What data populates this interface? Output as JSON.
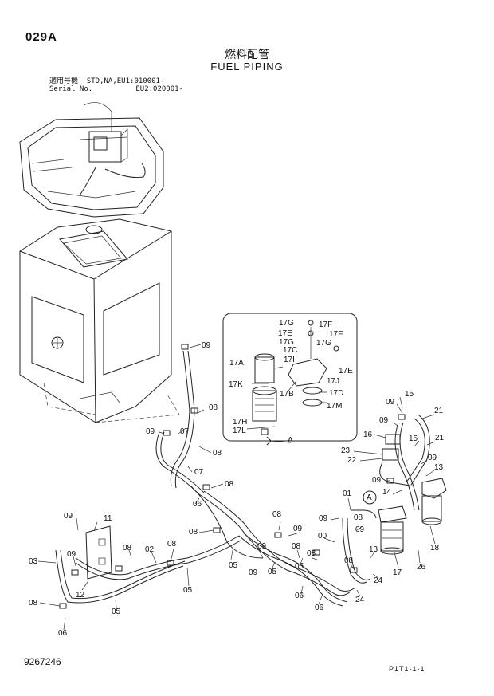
{
  "header": {
    "page_code": "029A",
    "title_jp": "燃料配管",
    "title_en": "FUEL PIPING",
    "serial_line1": "適用号機  STD,NA,EU1:010001-",
    "serial_line2": "Serial No.          EU2:020001-"
  },
  "footer": {
    "doc_number": "9267246",
    "page_ref": "P1T1-1-1"
  },
  "inset": {
    "view_label": "A",
    "callouts": {
      "c17G_a": "17G",
      "c17F_a": "17F",
      "c17E_a": "17E",
      "c17F_b": "17F",
      "c17G_b": "17G",
      "c17G_c": "17G",
      "c17C": "17C",
      "c17A": "17A",
      "c17I": "17I",
      "c17E_b": "17E",
      "c17K": "17K",
      "c17J": "17J",
      "c17B": "17B",
      "c17D": "17D",
      "c17M": "17M",
      "c17H": "17H",
      "c17L": "17L"
    }
  },
  "callouts": {
    "p09_a": "09",
    "p08_a": "08",
    "p09_b": "09",
    "p07_a": "07",
    "p08_b": "08",
    "p07_b": "07",
    "p08_c": "08",
    "p06_a": "06",
    "p08_d": "08",
    "p09_c": "09",
    "p15_a": "15",
    "p21_a": "21",
    "p09_d": "09",
    "p15_b": "15",
    "p16": "16",
    "p21_b": "21",
    "p23": "23",
    "p22": "22",
    "p09_e": "09",
    "p13": "13",
    "p09_f": "09",
    "p14": "14",
    "p01": "01",
    "pA": "A",
    "p09_g": "09",
    "p11": "11",
    "p09_h": "09",
    "p08_e": "08",
    "p09_i": "09",
    "p08_f": "08",
    "p09_j": "09",
    "p00": "00",
    "p09_k": "09",
    "p08_g": "08",
    "p02": "02",
    "p08_h": "08",
    "p03": "03",
    "p09_l": "09",
    "p05_a": "05",
    "p09_m": "09",
    "p05_b": "05",
    "p08_i": "08",
    "p08_j": "08",
    "p13_b": "13",
    "p18": "18",
    "p05_c": "05",
    "p08_k": "08",
    "p24_a": "24",
    "p17": "17",
    "p26": "26",
    "p12": "12",
    "p08_l": "08",
    "p05_d": "05",
    "p05_e": "05",
    "p06_b": "06",
    "p24_b": "24",
    "p06_c": "06"
  }
}
